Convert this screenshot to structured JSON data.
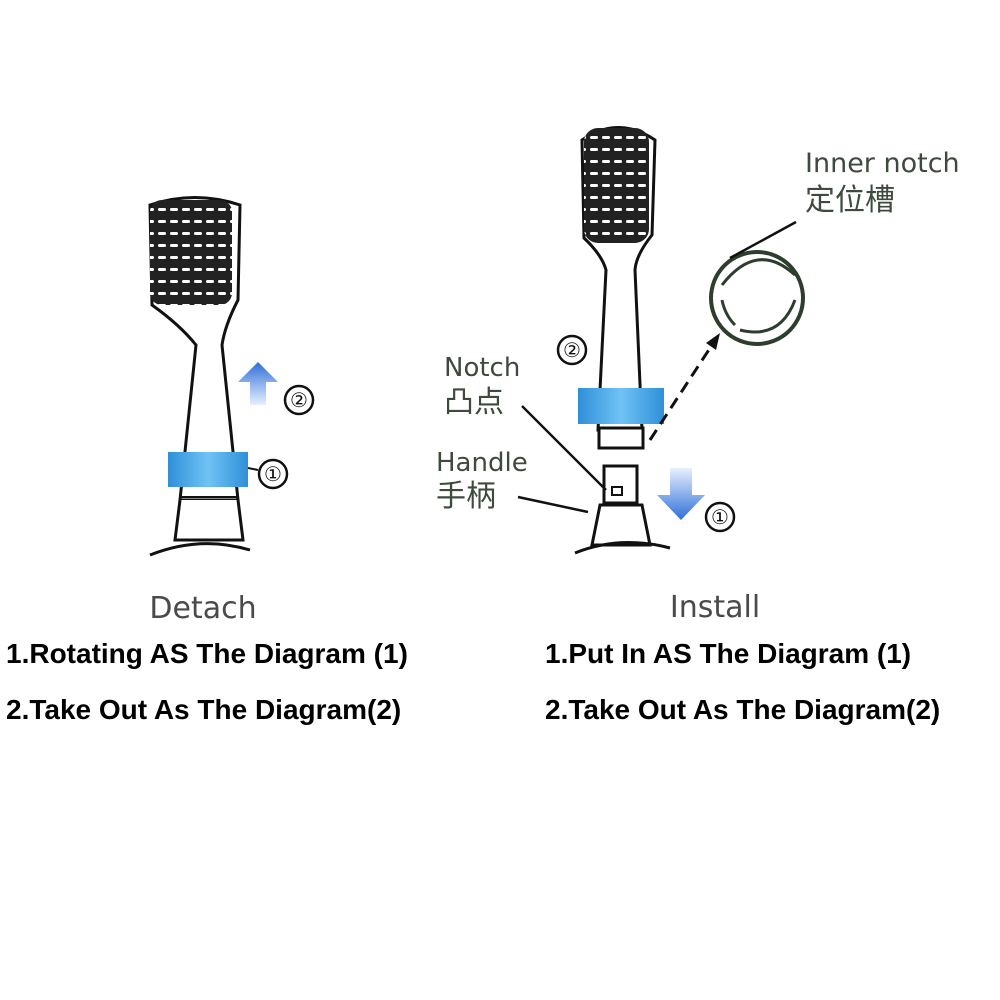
{
  "colors": {
    "ring_blue": "#3fa3e6",
    "arrow_blue": "#4c8fe8",
    "label_text": "#3d4a3d",
    "outline": "#111111"
  },
  "detach": {
    "title": "Detach",
    "step_markers": [
      "①",
      "②"
    ],
    "instructions": [
      "1.Rotating AS The Diagram (1)",
      "2.Take Out As The Diagram(2)"
    ]
  },
  "install": {
    "title": "Install",
    "step_markers": [
      "①",
      "②"
    ],
    "labels": {
      "inner_notch_en": "Inner notch",
      "inner_notch_zh": "定位槽",
      "notch_en": "Notch",
      "notch_zh": "凸点",
      "handle_en": "Handle",
      "handle_zh": "手柄"
    },
    "instructions": [
      "1.Put In AS The Diagram (1)",
      "2.Take Out As The Diagram(2)"
    ]
  }
}
